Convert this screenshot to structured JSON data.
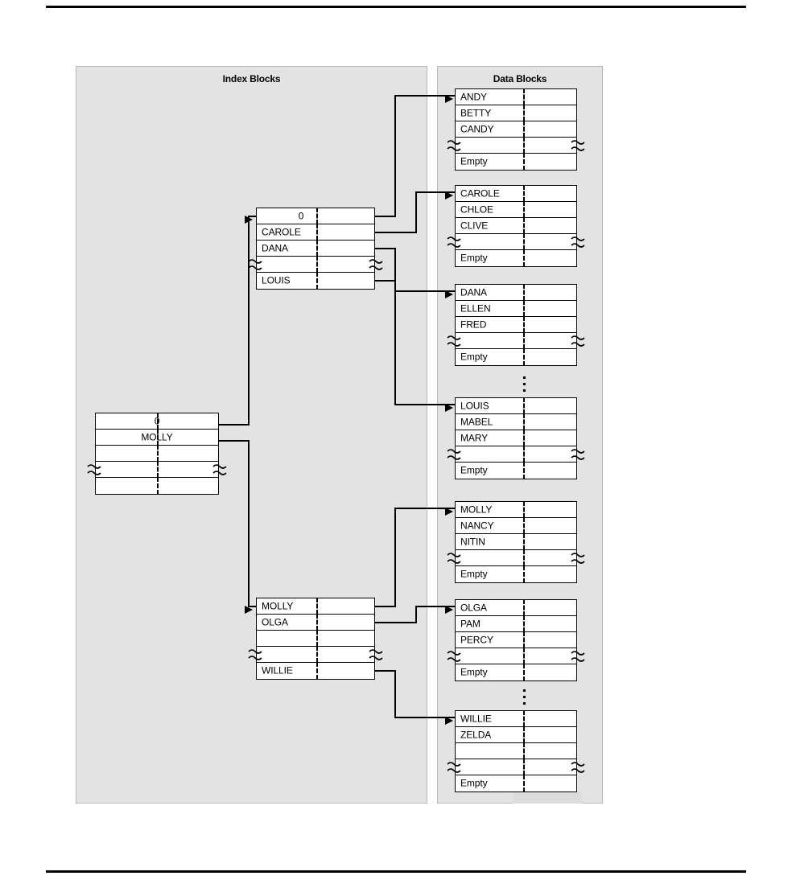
{
  "page": {
    "title": "B-tree index and data blocks diagram",
    "background": "#ffffff",
    "panel_fill": "#e3e3e3",
    "block_fill": "#ffffff",
    "line_color": "#000000"
  },
  "panels": [
    {
      "id": "index",
      "title": "Index Blocks"
    },
    {
      "id": "data",
      "title": "Data Blocks"
    }
  ],
  "labels": {
    "empty": "Empty",
    "zero": "0"
  },
  "index_blocks": [
    {
      "id": "root-index-block",
      "name": "root",
      "rows": [
        {
          "key": "0",
          "type": "entry",
          "align": "center"
        },
        {
          "key": "MOLLY",
          "type": "entry",
          "align": "center"
        },
        {
          "key": "",
          "type": "blank",
          "align": "left"
        },
        {
          "key": "",
          "type": "break",
          "align": "left"
        },
        {
          "key": "",
          "type": "blank",
          "align": "left"
        }
      ]
    },
    {
      "id": "branch-index-block-upper",
      "name": "upper branch",
      "rows": [
        {
          "key": "0",
          "type": "entry",
          "align": "center"
        },
        {
          "key": "CAROLE",
          "type": "entry",
          "align": "left"
        },
        {
          "key": "DANA",
          "type": "entry",
          "align": "left"
        },
        {
          "key": "",
          "type": "break",
          "align": "left"
        },
        {
          "key": "LOUIS",
          "type": "entry",
          "align": "left"
        }
      ]
    },
    {
      "id": "branch-index-block-lower",
      "name": "lower branch",
      "rows": [
        {
          "key": "MOLLY",
          "type": "entry",
          "align": "left"
        },
        {
          "key": "OLGA",
          "type": "entry",
          "align": "left"
        },
        {
          "key": "",
          "type": "blank",
          "align": "left"
        },
        {
          "key": "",
          "type": "break",
          "align": "left"
        },
        {
          "key": "WILLIE",
          "type": "entry",
          "align": "left"
        }
      ]
    }
  ],
  "data_blocks": [
    {
      "id": "data-block-andy",
      "rows": [
        {
          "key": "ANDY",
          "type": "entry"
        },
        {
          "key": "BETTY",
          "type": "entry"
        },
        {
          "key": "CANDY",
          "type": "entry"
        },
        {
          "key": "",
          "type": "break"
        },
        {
          "key": "Empty",
          "type": "entry"
        }
      ]
    },
    {
      "id": "data-block-carole",
      "rows": [
        {
          "key": "CAROLE",
          "type": "entry"
        },
        {
          "key": "CHLOE",
          "type": "entry"
        },
        {
          "key": "CLIVE",
          "type": "entry"
        },
        {
          "key": "",
          "type": "break"
        },
        {
          "key": "Empty",
          "type": "entry"
        }
      ]
    },
    {
      "id": "data-block-dana",
      "rows": [
        {
          "key": "DANA",
          "type": "entry"
        },
        {
          "key": "ELLEN",
          "type": "entry"
        },
        {
          "key": "FRED",
          "type": "entry"
        },
        {
          "key": "",
          "type": "break"
        },
        {
          "key": "Empty",
          "type": "entry"
        }
      ]
    },
    {
      "id": "data-block-louis",
      "rows": [
        {
          "key": "LOUIS",
          "type": "entry"
        },
        {
          "key": "MABEL",
          "type": "entry"
        },
        {
          "key": "MARY",
          "type": "entry"
        },
        {
          "key": "",
          "type": "break"
        },
        {
          "key": "Empty",
          "type": "entry"
        }
      ]
    },
    {
      "id": "data-block-molly",
      "rows": [
        {
          "key": "MOLLY",
          "type": "entry"
        },
        {
          "key": "NANCY",
          "type": "entry"
        },
        {
          "key": "NITIN",
          "type": "entry"
        },
        {
          "key": "",
          "type": "break"
        },
        {
          "key": "Empty",
          "type": "entry"
        }
      ]
    },
    {
      "id": "data-block-olga",
      "rows": [
        {
          "key": "OLGA",
          "type": "entry"
        },
        {
          "key": "PAM",
          "type": "entry"
        },
        {
          "key": "PERCY",
          "type": "entry"
        },
        {
          "key": "",
          "type": "break"
        },
        {
          "key": "Empty",
          "type": "entry"
        }
      ]
    },
    {
      "id": "data-block-willie",
      "rows": [
        {
          "key": "WILLIE",
          "type": "entry"
        },
        {
          "key": "ZELDA",
          "type": "entry"
        },
        {
          "key": "",
          "type": "blank"
        },
        {
          "key": "",
          "type": "break"
        },
        {
          "key": "Empty",
          "type": "entry"
        }
      ]
    }
  ],
  "continuation_markers": [
    {
      "id": "ellipsis-between-dana-and-louis",
      "dots": 3
    },
    {
      "id": "ellipsis-between-olga-and-willie",
      "dots": 3
    }
  ]
}
